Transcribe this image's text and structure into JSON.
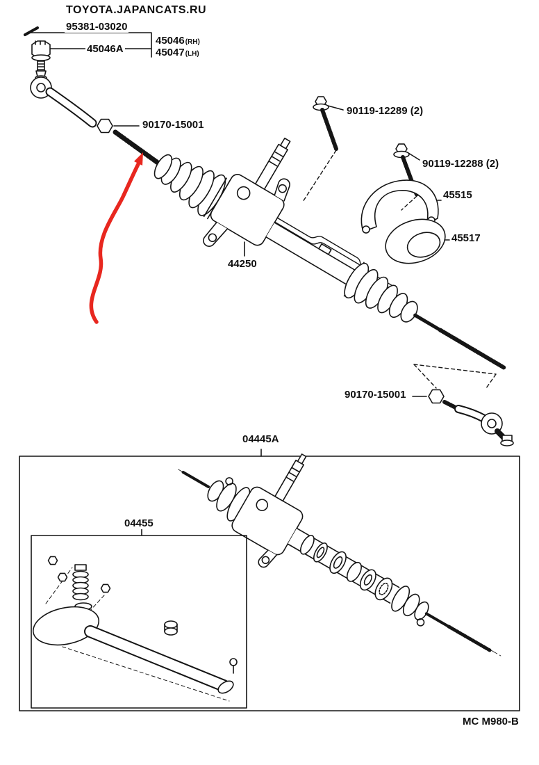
{
  "watermark": "TOYOTA.JAPANCATS.RU",
  "footer": {
    "code": "MC M980-B"
  },
  "colors": {
    "ink": "#151515",
    "highlight": "#e8271f",
    "paper": "#ffffff"
  },
  "parts": {
    "pin": {
      "number": "95381-03020"
    },
    "nut_a": {
      "number": "45046A"
    },
    "tie_rod_rh": {
      "number": "45046",
      "suffix": "(RH)"
    },
    "tie_rod_lh": {
      "number": "45047",
      "suffix": "(LH)"
    },
    "lock_nut_upper": {
      "number": "90170-15001"
    },
    "bolt_upper": {
      "number": "90119-12289 (2)"
    },
    "bolt_lower": {
      "number": "90119-12288 (2)"
    },
    "bracket": {
      "number": "45515"
    },
    "bushing": {
      "number": "45517"
    },
    "rack_assembly": {
      "number": "44250"
    },
    "lock_nut_lower": {
      "number": "90170-15001"
    },
    "gasket_kit": {
      "number": "04445A"
    },
    "rebuild_kit": {
      "number": "04455"
    }
  }
}
